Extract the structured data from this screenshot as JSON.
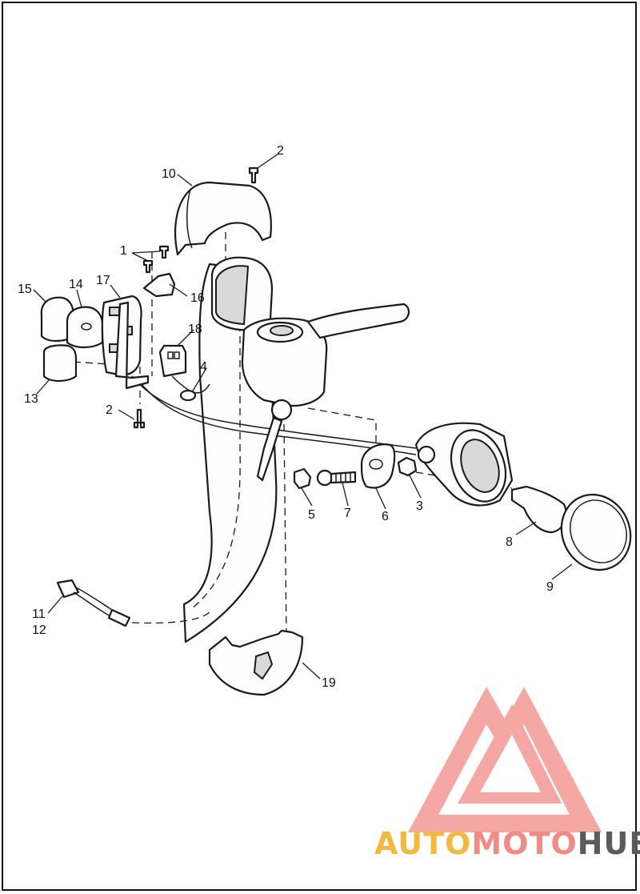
{
  "callouts": [
    {
      "id": "c2-top",
      "text": "2"
    },
    {
      "id": "c10",
      "text": "10"
    },
    {
      "id": "c1",
      "text": "1"
    },
    {
      "id": "c15",
      "text": "15"
    },
    {
      "id": "c14",
      "text": "14"
    },
    {
      "id": "c17",
      "text": "17"
    },
    {
      "id": "c16",
      "text": "16"
    },
    {
      "id": "c18",
      "text": "18"
    },
    {
      "id": "c4",
      "text": "4"
    },
    {
      "id": "c13",
      "text": "13"
    },
    {
      "id": "c2-bottom",
      "text": "2"
    },
    {
      "id": "c5",
      "text": "5"
    },
    {
      "id": "c7",
      "text": "7"
    },
    {
      "id": "c6",
      "text": "6"
    },
    {
      "id": "c3",
      "text": "3"
    },
    {
      "id": "c8",
      "text": "8"
    },
    {
      "id": "c9",
      "text": "9"
    },
    {
      "id": "c11",
      "text": "11"
    },
    {
      "id": "c12",
      "text": "12"
    },
    {
      "id": "c19",
      "text": "19"
    }
  ],
  "watermark": {
    "part1": "AUTO",
    "part2": "MOTO",
    "part3": "HUB",
    "color_auto": "#f4b840",
    "color_moto": "#f28a86",
    "color_hub": "#5b5b5b"
  }
}
